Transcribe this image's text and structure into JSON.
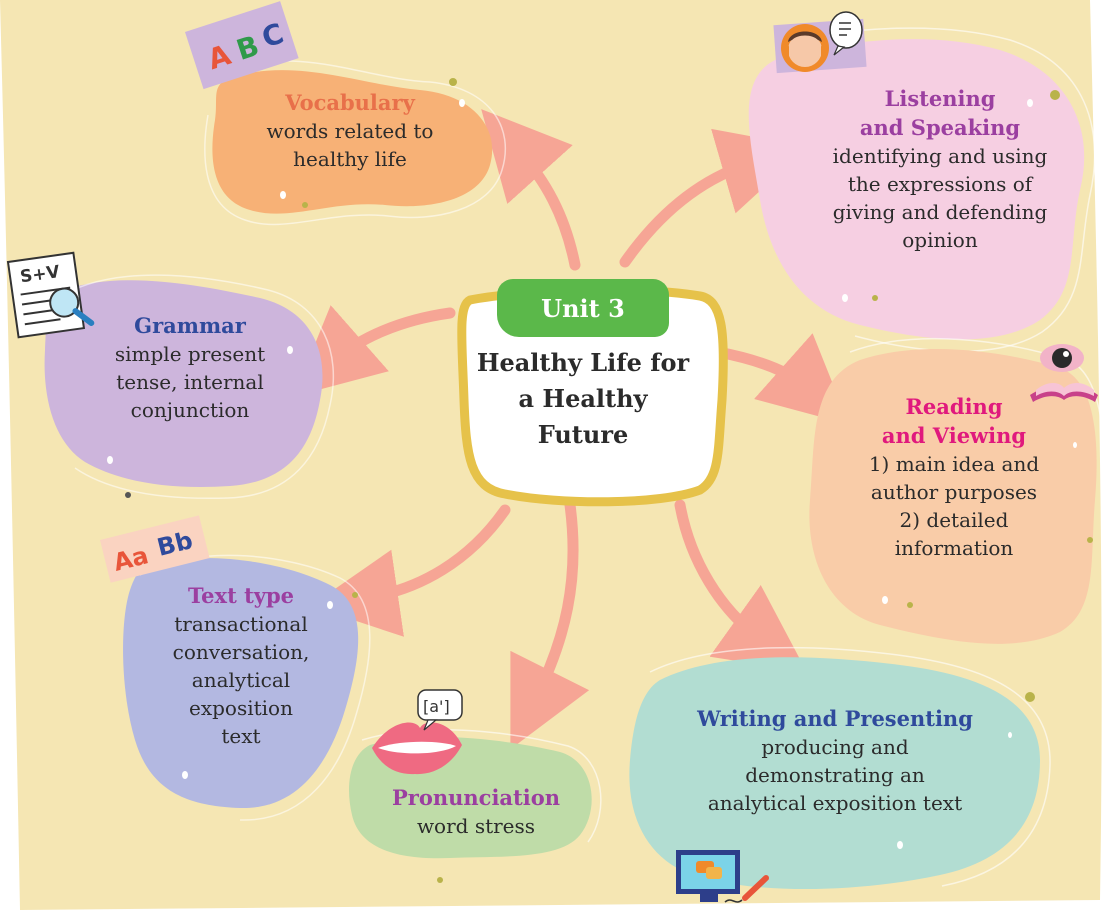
{
  "center": {
    "unit": "Unit 3",
    "title": "Healthy Life for a Healthy Future"
  },
  "nodes": {
    "vocabulary": {
      "title": "Vocabulary",
      "lines": [
        "words related to",
        "healthy life"
      ],
      "title_color": "#e8704a",
      "fill": "#f7b176"
    },
    "listening": {
      "title_lines": [
        "Listening",
        "and Speaking"
      ],
      "lines": [
        "identifying and using",
        "the expressions of",
        "giving and defending",
        "opinion"
      ],
      "title_color": "#9b3fa0",
      "fill": "#f6cfe2"
    },
    "grammar": {
      "title": "Grammar",
      "lines": [
        "simple present",
        "tense, internal",
        "conjunction"
      ],
      "title_color": "#2f4a9c",
      "fill": "#cdb5dc"
    },
    "reading": {
      "title_lines": [
        "Reading",
        "and Viewing"
      ],
      "lines": [
        "1) main idea and",
        "author purposes",
        "2) detailed",
        "information"
      ],
      "title_color": "#e0197d",
      "fill": "#f9cca8"
    },
    "text_type": {
      "title": "Text type",
      "lines": [
        "transactional",
        "conversation,",
        "analytical",
        "exposition",
        "text"
      ],
      "title_color": "#9b3fa0",
      "fill": "#b3b8e1"
    },
    "pronunciation": {
      "title": "Pronunciation",
      "lines": [
        "word stress"
      ],
      "title_color": "#9b3fa0",
      "fill": "#bfdca8"
    },
    "writing": {
      "title": "Writing and Presenting",
      "lines": [
        "producing and",
        "demonstrating an",
        "analytical exposition text"
      ],
      "title_color": "#2f4a9c",
      "fill": "#b2ddd2"
    }
  },
  "icon_labels": {
    "abc": [
      "A",
      "B",
      "C"
    ],
    "sv": "S+V",
    "aabb": [
      "Aa",
      "Bb"
    ],
    "phonetic": "[a']"
  },
  "colors": {
    "background": "#f5e6b3",
    "arrow": "#f6a595",
    "center_border": "#e6c24a",
    "badge": "#5bb84a"
  },
  "icons": [
    "abc-letters-icon",
    "listener-headphones-icon",
    "speech-bubble-icon",
    "document-magnifier-icon",
    "eye-book-icon",
    "aa-bb-letters-icon",
    "lips-icon",
    "monitor-pen-icon"
  ]
}
